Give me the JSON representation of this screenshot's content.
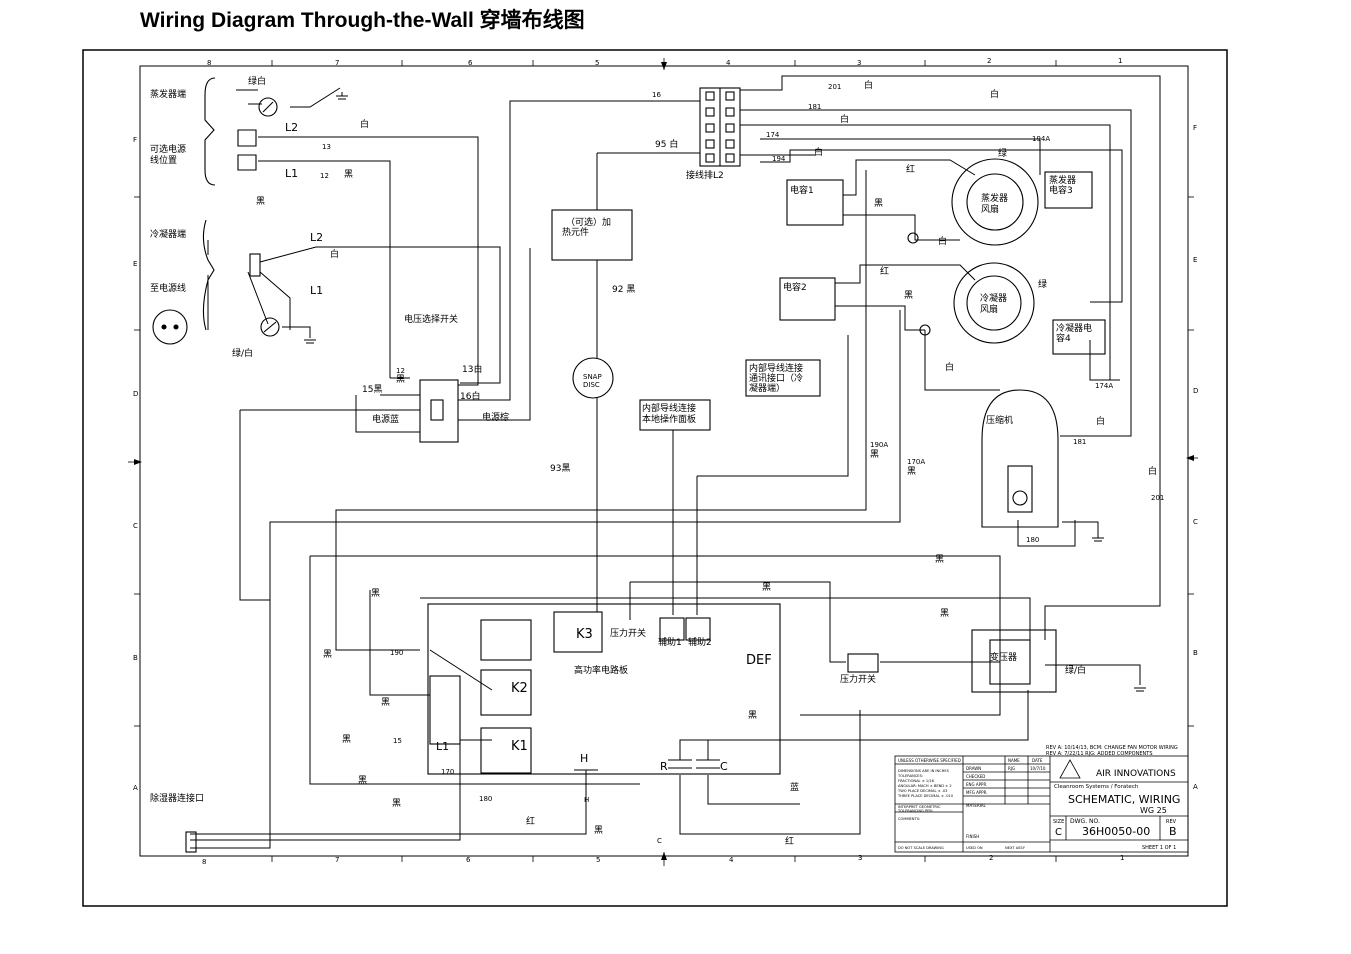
{
  "title": "Wiring Diagram Through-the-Wall   穿墙布线图",
  "grid": {
    "top": [
      "8",
      "7",
      "6",
      "5",
      "4",
      "3",
      "2",
      "1"
    ],
    "bottom": [
      "8",
      "7",
      "6",
      "5",
      "4",
      "3",
      "2",
      "1"
    ],
    "left": [
      "F",
      "E",
      "D",
      "C",
      "B",
      "A"
    ],
    "right": [
      "F",
      "E",
      "D",
      "C",
      "B",
      "A"
    ]
  },
  "labels": {
    "evap_end": "蒸发器端",
    "optional_power": "可选电源",
    "line_position": "线位置",
    "cond_end": "冷凝器端",
    "to_power_cord": "至电源线",
    "voltage_switch": "电压选择开关",
    "power_blue": "电源蓝",
    "power_brown": "电源棕",
    "terminal_l2": "接线排L2",
    "heater_1": "（可选）加",
    "heater_2": "热元件",
    "snap_disc_1": "SNAP",
    "snap_disc_2": "DISC",
    "cap1": "电容1",
    "cap2": "电容2",
    "evap_fan_1": "蒸发器",
    "evap_fan_2": "风扇",
    "evap_cap_1": "蒸发器",
    "evap_cap_2": "电容3",
    "cond_fan_1": "冷凝器",
    "cond_fan_2": "风扇",
    "cond_cap_1": "冷凝器电",
    "cond_cap_2": "容4",
    "compressor": "压缩机",
    "internal_panel_1": "内部导线连接",
    "internal_panel_2": "本地操作面板",
    "internal_comm_1": "内部导线连接",
    "internal_comm_2": "通讯接口（冷",
    "internal_comm_3": "凝器端）",
    "pressure_switch_a": "压力开关",
    "aux1": "辅助1",
    "aux2": "辅助2",
    "def": "DEF",
    "k1": "K1",
    "k2": "K2",
    "k3": "K3",
    "l1": "L1",
    "l2": "L2",
    "hp_board": "高功率电路板",
    "pressure_switch_b": "压力开关",
    "transformer": "变压器",
    "green_white": "绿/白",
    "dehum_port": "除湿器连接口",
    "h": "H",
    "r": "R",
    "c": "C"
  },
  "wires": {
    "green_white": "绿白",
    "white": "白",
    "black": "黑",
    "green": "绿",
    "red": "红",
    "blue": "蓝",
    "n13": "13",
    "n12": "12",
    "n16": "16",
    "n95": "95",
    "n92": "92",
    "n93": "93",
    "n201": "201",
    "n181": "181",
    "n174": "174",
    "n194": "194",
    "n194a": "194A",
    "n174a": "174A",
    "n190a": "190A",
    "n170a": "170A",
    "n180": "180",
    "n190": "190",
    "n15": "15",
    "n170": "170",
    "w12": "12",
    "w13": "13白",
    "w15": "15黑",
    "w16": "16白",
    "w93": "93黑",
    "w92": "92 黑",
    "w95": "95 白"
  },
  "title_block": {
    "revision_1": "REV A: 10/14/13, BCM: CHANGE FAN MOTOR WIRING",
    "revision_2": "REV A: 7/22/11 RJG: ADDED COMPONENTS",
    "company": "AIR INNOVATIONS",
    "sub_company": "Cleanroom Systems / Foratech",
    "title": "SCHEMATIC, WIRING",
    "model": "WG 25",
    "size_label": "SIZE",
    "size": "C",
    "dwg_label": "DWG. NO.",
    "dwg_no": "36H0050-00",
    "rev_label": "REV",
    "rev": "B",
    "sheet": "SHEET 1 OF 1",
    "tol_header": "UNLESS OTHERWISE SPECIFIED",
    "name_label": "NAME",
    "date_label": "DATE",
    "drawn_label": "DRAWN",
    "drawn_by": "RJG",
    "drawn_date": "10/7/10",
    "checked_label": "CHECKED",
    "eng_label": "ENG APPR.",
    "mfg_label": "MFG APPR.",
    "material_label": "MATERIAL",
    "finish_label": "FINISH",
    "tol_1": "DIMENSIONS ARE IN INCHES",
    "tol_2": "TOLERANCES:",
    "tol_3": "FRACTIONAL ± 1/16",
    "tol_4": "ANGULAR: MACH ± BEND ± 2",
    "tol_5": "TWO PLACE DECIMAL ± .03",
    "tol_6": "THREE PLACE DECIMAL ± .010",
    "tol_7": "INTERPRET GEOMETRIC",
    "tol_8": "TOLERANCING PER:",
    "tol_9": "COMMENTS:",
    "next_assy": "NEXT ASSY",
    "used_on": "USED ON",
    "no_scale": "DO NOT SCALE DRAWING"
  }
}
